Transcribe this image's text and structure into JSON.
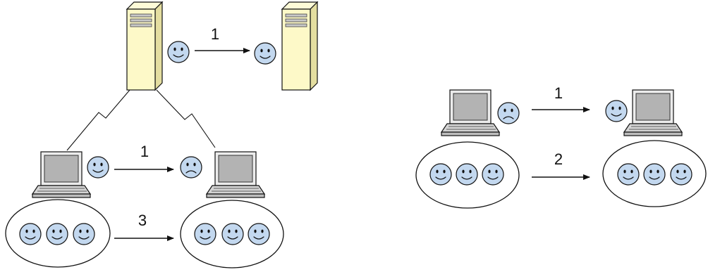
{
  "colors": {
    "face_fill": "#c3d8ef",
    "server_fill": "#fdf9c8",
    "laptop_screen": "#b3b3b3",
    "outline": "#111111"
  },
  "left_diagram": {
    "server_arrow_label": "1",
    "laptop_arrow_label": "1",
    "group_arrow_label": "3"
  },
  "right_diagram": {
    "laptop_arrow_label": "1",
    "group_arrow_label": "2"
  }
}
